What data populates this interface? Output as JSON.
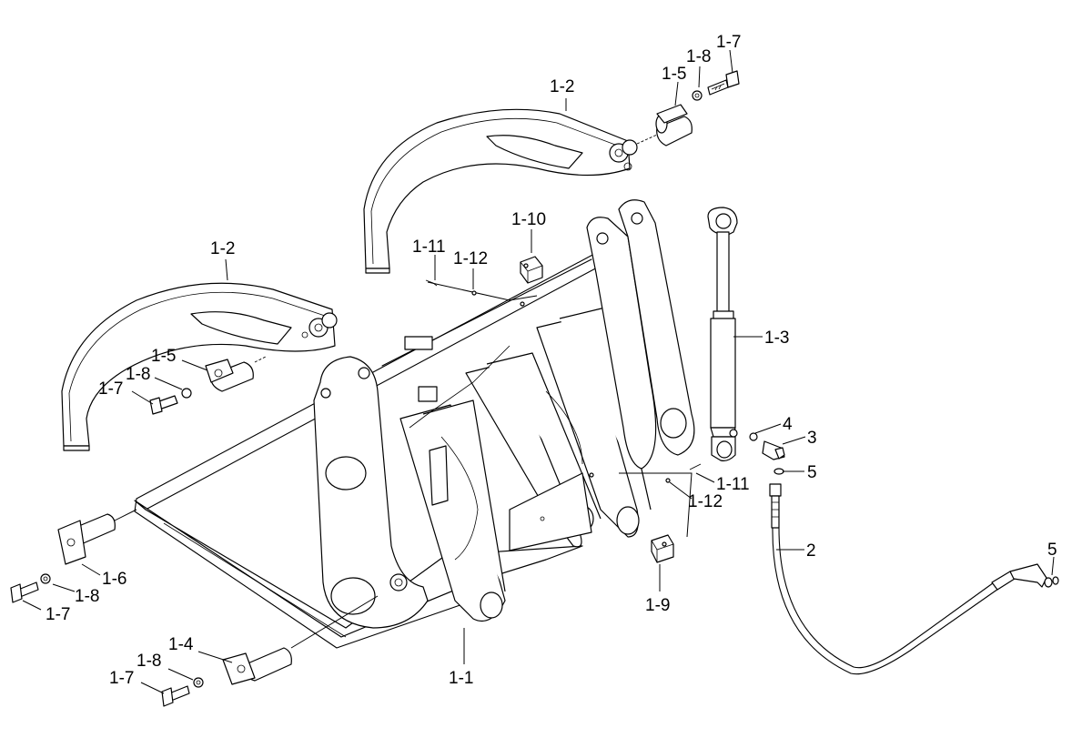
{
  "diagram": {
    "labels": {
      "l_1_1": "1-1",
      "l_1_2_top": "1-2",
      "l_1_2_left": "1-2",
      "l_1_3": "1-3",
      "l_1_4": "1-4",
      "l_1_5_top": "1-5",
      "l_1_5_left": "1-5",
      "l_1_6": "1-6",
      "l_1_7_top": "1-7",
      "l_1_7_left": "1-7",
      "l_1_7_mid": "1-7",
      "l_1_7_bottom": "1-7",
      "l_1_8_top": "1-8",
      "l_1_8_left": "1-8",
      "l_1_8_mid": "1-8",
      "l_1_8_bottom": "1-8",
      "l_1_9": "1-9",
      "l_1_10": "1-10",
      "l_1_11_left": "1-11",
      "l_1_11_right": "1-11",
      "l_1_12_left": "1-12",
      "l_1_12_right": "1-12",
      "l_2": "2",
      "l_3": "3",
      "l_4": "4",
      "l_5_mid": "5",
      "l_5_right": "5"
    }
  }
}
